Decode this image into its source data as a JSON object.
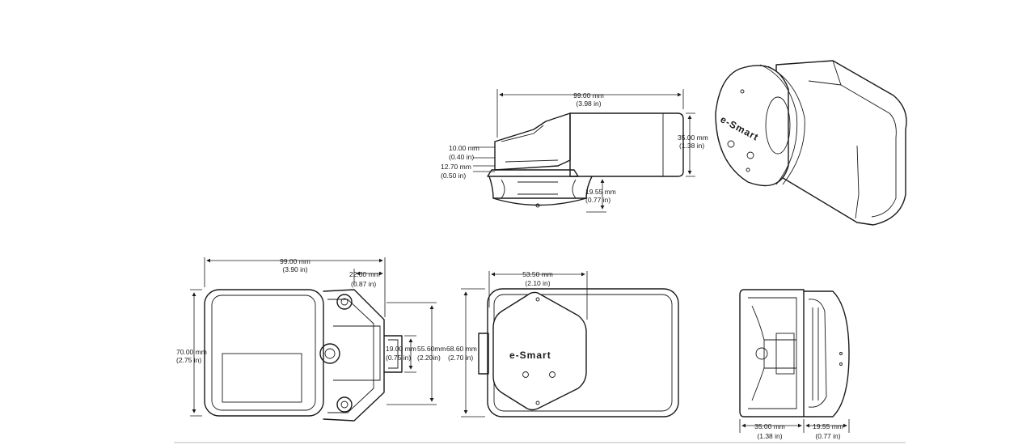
{
  "brand": "e-Smart",
  "top_view": {
    "width_mm": "99.00 mm",
    "width_in": "(3.98 in)",
    "height_mm": "35.00 mm",
    "height_in": "(1.38 in)",
    "step1_mm": "10.00 mm",
    "step1_in": "(0.40 in)",
    "step2_mm": "12.70 mm",
    "step2_in": "(0.50 in)",
    "base_mm": "19.55 mm",
    "base_in": "(0.77 in)"
  },
  "front_view": {
    "width_mm": "99.00 mm",
    "width_in": "(3.90 in)",
    "offset_mm": "22.30 mm",
    "offset_in": "(0.87 in)",
    "height_mm": "70.00 mm",
    "height_in": "(2.75 in)",
    "slot_mm": "19.00 mm",
    "slot_in": "(0.75 in)",
    "mount_mm": "55.60mm",
    "mount_in": "(2.20in)"
  },
  "back_view": {
    "width_mm": "53.50 mm",
    "width_in": "(2.10 in)",
    "height_mm": "68.60 mm",
    "height_in": "(2.70 in)"
  },
  "side_view": {
    "depth_mm": "35.00 mm",
    "depth_in": "(1.38 in)",
    "knob_mm": "19.55 mm",
    "knob_in": "(0.77 in)"
  }
}
